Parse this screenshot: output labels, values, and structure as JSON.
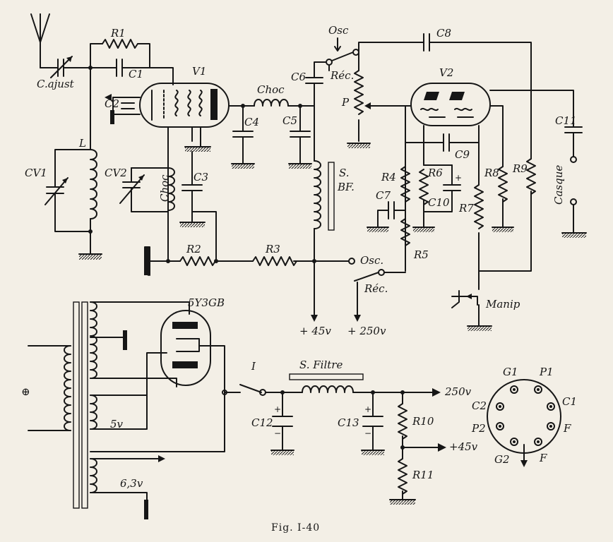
{
  "figure": {
    "caption": "Fig. I-40"
  },
  "labels": {
    "r1": "R1",
    "c1": "C1",
    "c_ajust": "C.ajust",
    "v1": "V1",
    "c2": "C2",
    "l": "L",
    "cv1": "CV1",
    "cv2": "CV2",
    "choc_v": "Choc",
    "choc_top": "Choc",
    "c3": "C3",
    "c4": "C4",
    "c5": "C5",
    "c6": "C6",
    "osc_top": "Osc",
    "rec_top": "Réc.",
    "c8": "C8",
    "v2": "V2",
    "p": "P",
    "s_bf_1": "S.",
    "s_bf_2": "BF.",
    "r4": "R4",
    "r5": "R5",
    "r6": "R6",
    "c7": "C7",
    "c9": "C9",
    "c10": "C10",
    "r7": "R7",
    "r8": "R8",
    "r9": "R9",
    "c11": "C11",
    "casque": "Casque",
    "r2": "R2",
    "r3": "R3",
    "osc_mid": "Osc.",
    "rec_mid": "Réc.",
    "manip": "Manip",
    "plus45": "+ 45v",
    "plus250": "+ 250v",
    "tube": "5Y3GB",
    "s_filtre": "S. Filtre",
    "sw_i": "I",
    "c12": "C12",
    "c13": "C13",
    "r10": "R10",
    "r11": "R11",
    "v5": "5v",
    "v63": "6,3v",
    "out250": "250v",
    "out45": "+45v",
    "mains": "⊕",
    "pin_g1": "G1",
    "pin_p1": "P1",
    "pin_c2": "C2",
    "pin_c1": "C1",
    "pin_p2": "P2",
    "pin_f1": "F",
    "pin_g2": "G2",
    "pin_f2": "F"
  },
  "colors": {
    "ink": "#161616",
    "paper": "#f3efe6"
  }
}
